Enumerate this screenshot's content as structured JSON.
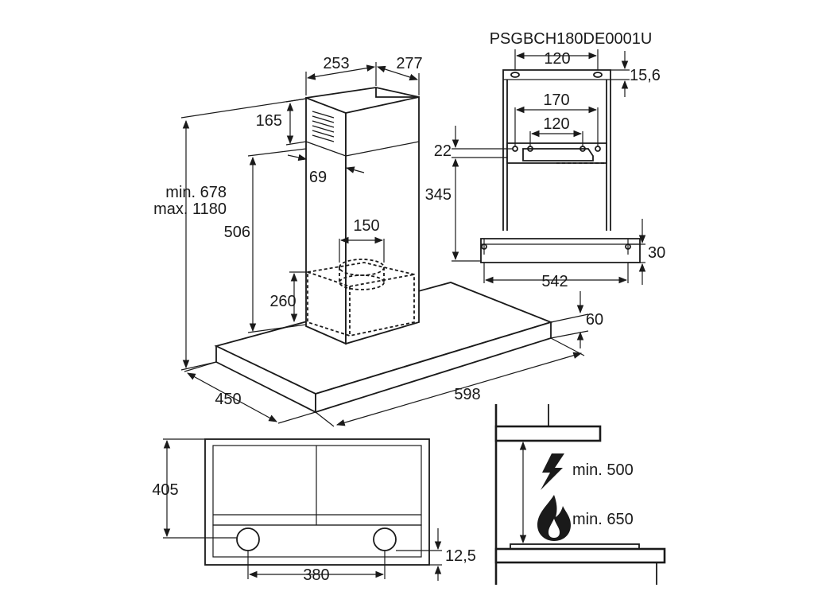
{
  "model": "PSGBCH180DE0001U",
  "dims": {
    "chimney_depth": "253",
    "chimney_width": "277",
    "chimney_vent": "165",
    "chimney_offset": "69",
    "height_range_min": "min. 678",
    "height_range_max": "max. 1180",
    "duct_height": "506",
    "outlet_diameter": "150",
    "motor_height": "260",
    "canopy_thickness": "60",
    "canopy_depth": "450",
    "canopy_width": "598"
  },
  "bracket": {
    "top_hole_spacing": "120",
    "top_offset": "15,6",
    "outer_hole_spacing": "170",
    "inner_hole_spacing": "120",
    "plate_offset": "22",
    "bracket_height": "345",
    "lower_hole_offset": "30",
    "lower_hole_spacing": "542"
  },
  "bottom_view": {
    "depth": "405",
    "filter_spacing": "380",
    "light_offset": "12,5"
  },
  "clearance": {
    "electric_min": "min. 500",
    "gas_min": "min. 650",
    "icons": [
      "lightning-icon",
      "flame-icon"
    ]
  },
  "colors": {
    "line": "#1a1a1a",
    "background": "#ffffff"
  }
}
